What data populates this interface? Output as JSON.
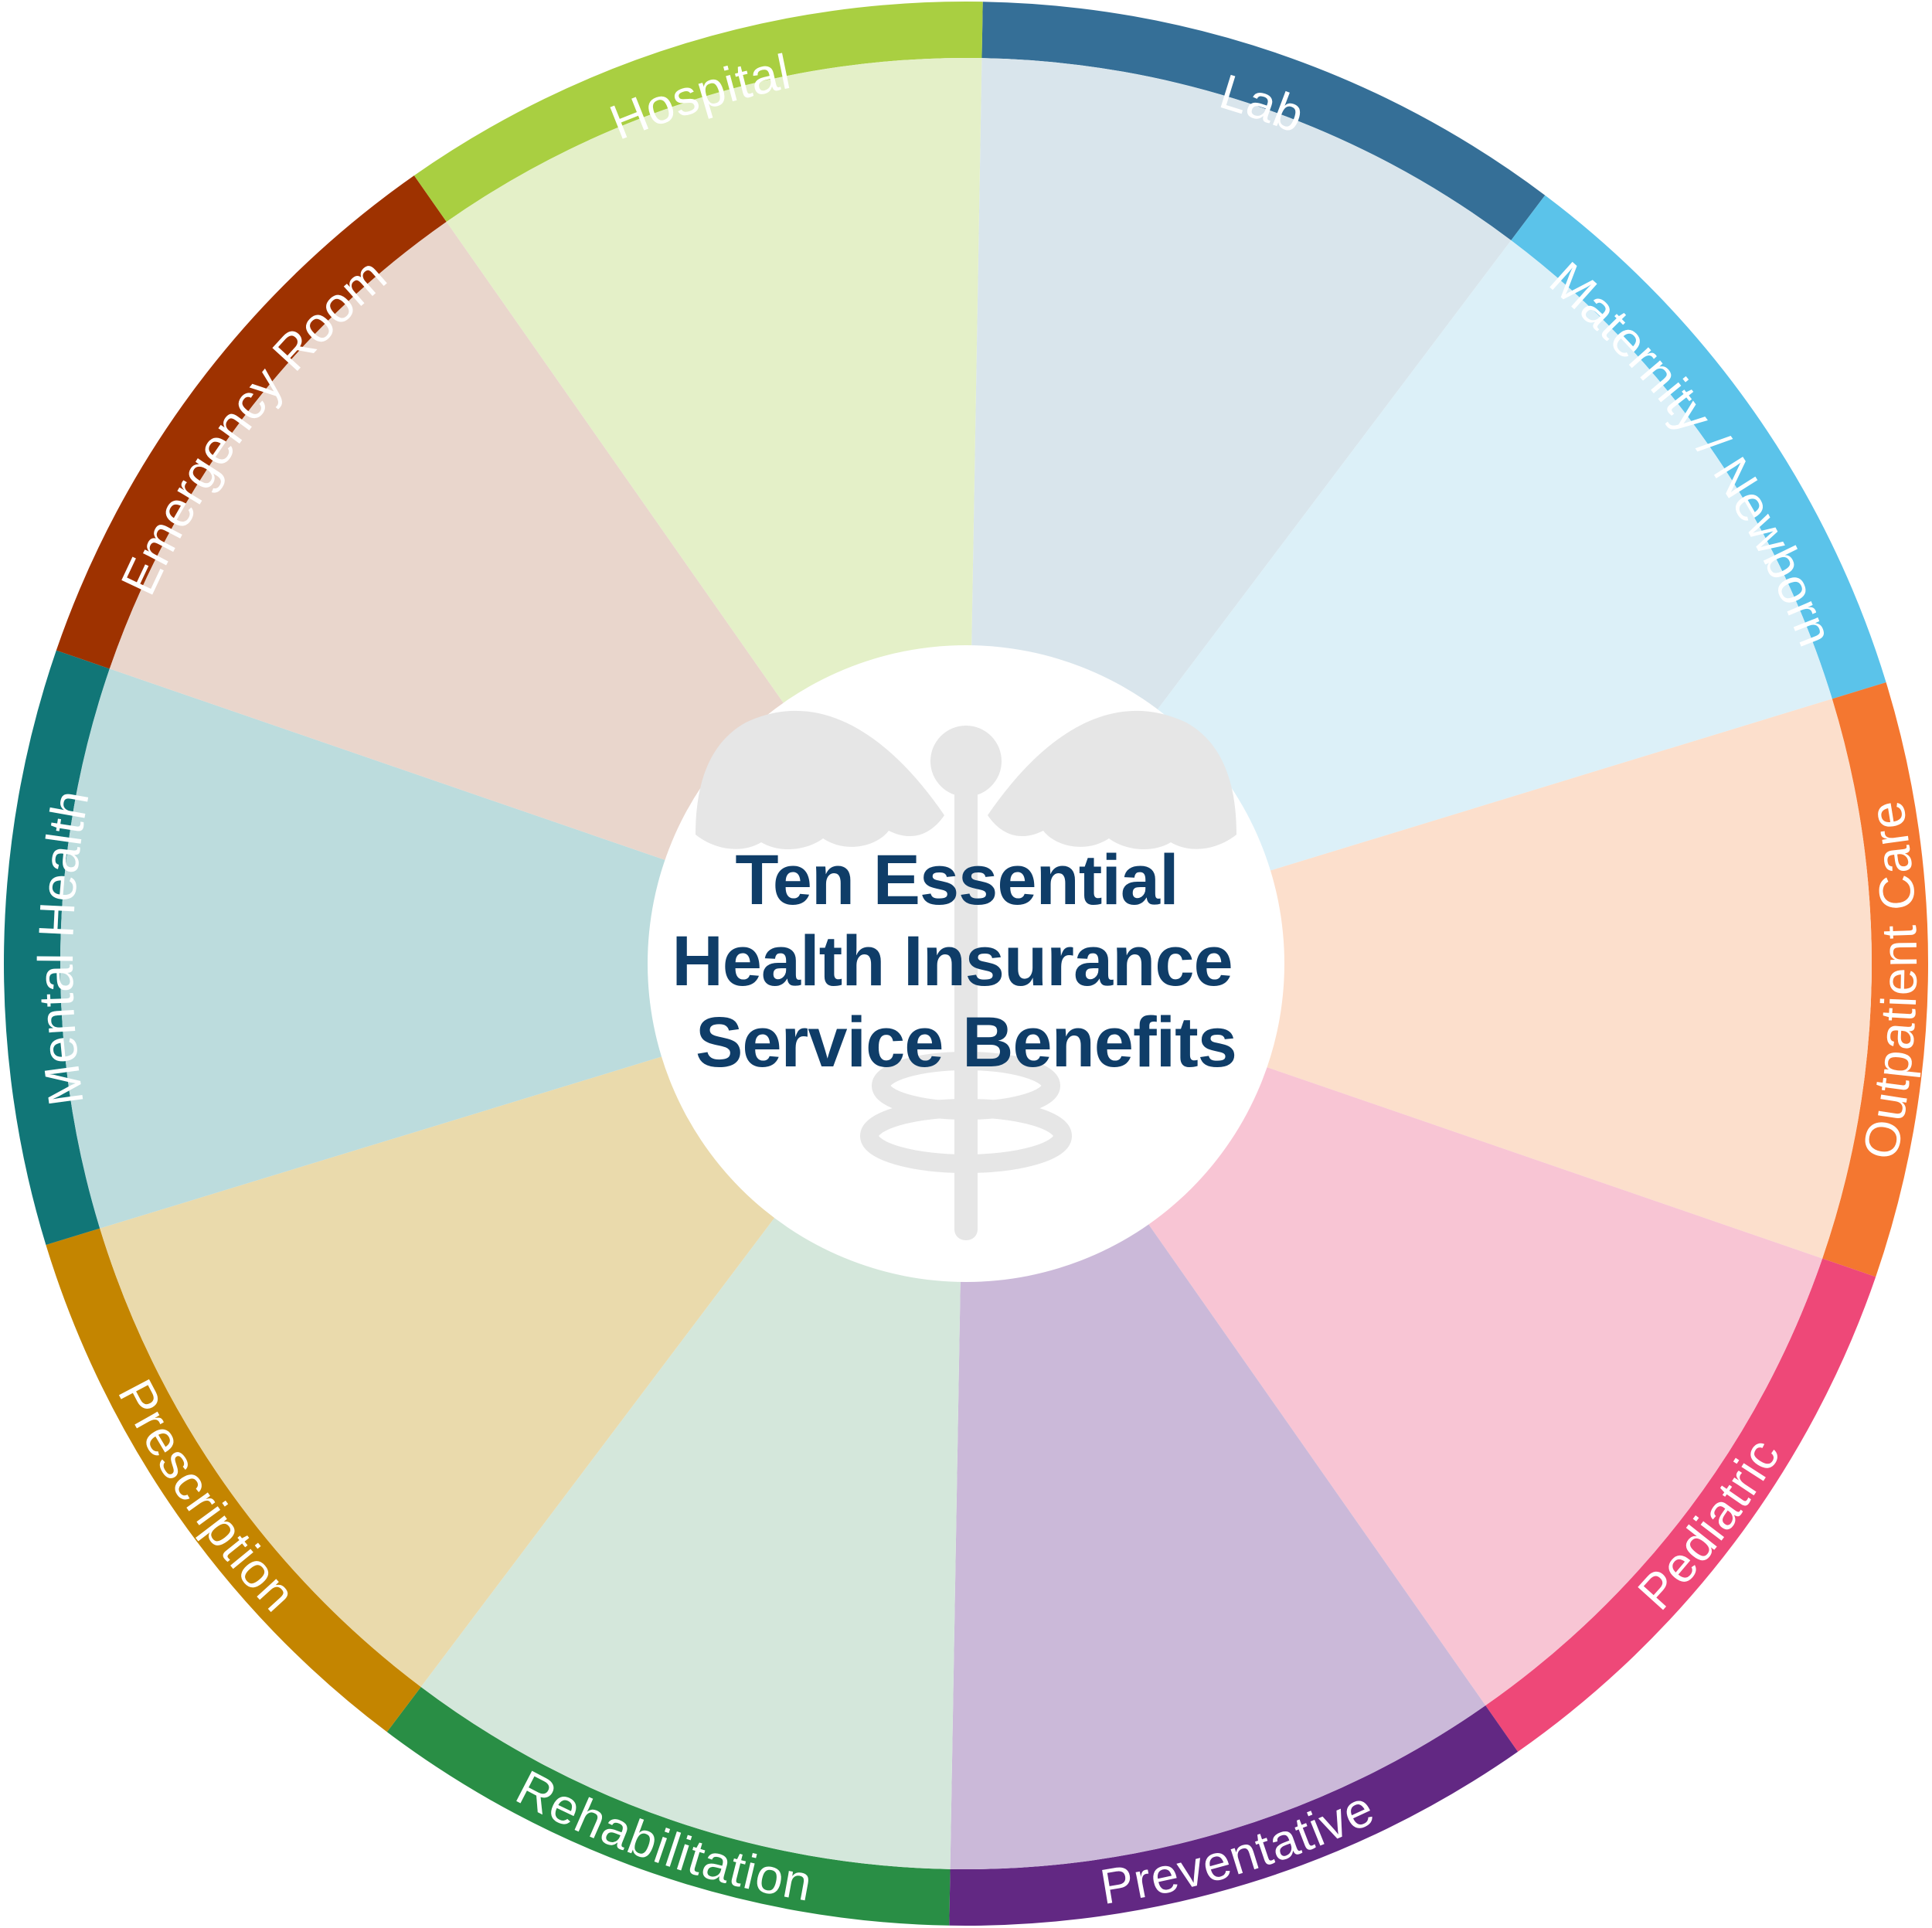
{
  "title_lines": [
    "Ten Essential",
    "Health Insurance",
    "Service Benefits"
  ],
  "segments": [
    {
      "label": "Lab",
      "ring_color": "#356f97",
      "fill_color": "#d9e5ec",
      "icon": "lab"
    },
    {
      "label": "Maternity / Newborn",
      "ring_color": "#5bc3ea",
      "fill_color": "#dcf0f8",
      "icon": "maternity"
    },
    {
      "label": "Outpatient Care",
      "ring_color": "#f47730",
      "fill_color": "#fcdfcc",
      "icon": "outpatient"
    },
    {
      "label": "Pediatric",
      "ring_color": "#ee4878",
      "fill_color": "#f8c5d4",
      "icon": "pediatric"
    },
    {
      "label": "Preventative",
      "ring_color": "#622883",
      "fill_color": "#cbb9d9",
      "icon": "preventative"
    },
    {
      "label": "Rehabilitation",
      "ring_color": "#298e45",
      "fill_color": "#d4e7db",
      "icon": "rehabilitation"
    },
    {
      "label": "Prescription",
      "ring_color": "#c48500",
      "fill_color": "#eadaac",
      "icon": "prescription"
    },
    {
      "label": "Mental Health",
      "ring_color": "#117677",
      "fill_color": "#bcdcdd",
      "icon": "mental-health"
    },
    {
      "label": "Emergency Room",
      "ring_color": "#9e3200",
      "fill_color": "#e9d6cc",
      "icon": "emergency-room"
    },
    {
      "label": "Hospital",
      "ring_color": "#a9cf41",
      "fill_color": "#e4f0c8",
      "icon": "hospital"
    }
  ],
  "center_icon": "caduceus-icon",
  "colors": {
    "title": "#0f3d68",
    "center_circle": "#ffffff",
    "caduceus": "#e6e6e6",
    "label_text": "#ffffff"
  }
}
